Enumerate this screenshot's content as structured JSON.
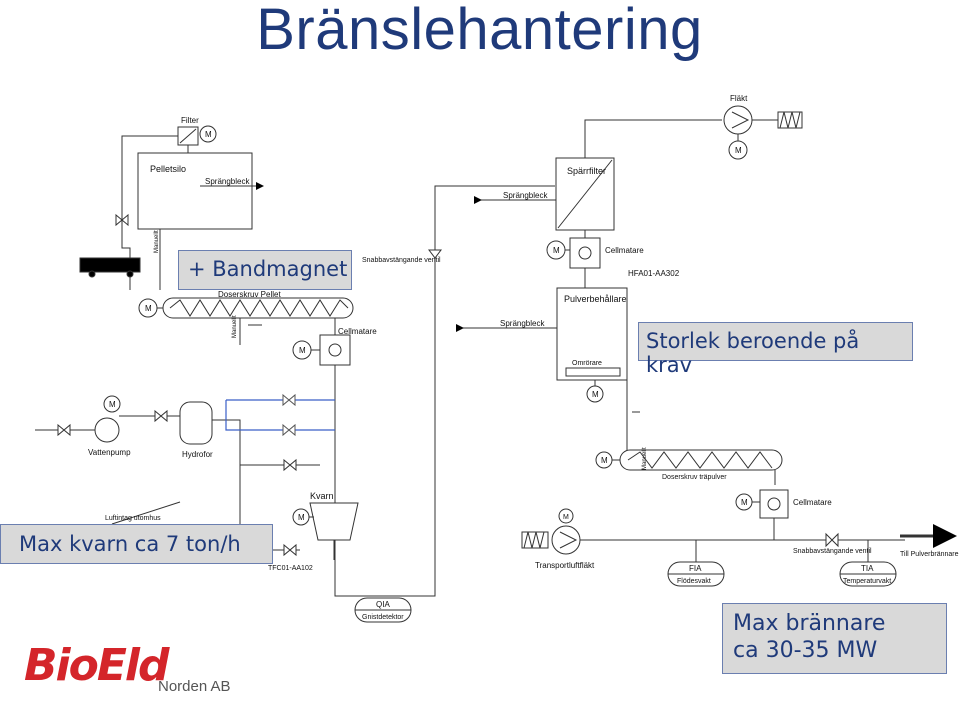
{
  "title": "Bränslehantering",
  "callouts": {
    "bandmagnet": "+ Bandmagnet",
    "storlek": "Storlek beroende på krav",
    "kvarn": "Max kvarn ca 7 ton/h",
    "brannare_line1": "Max brännare",
    "brannare_line2": "ca 30-35 MW"
  },
  "labels": {
    "filter": "Filter",
    "motor": "M",
    "pelletsilo": "Pelletsilo",
    "sprangbleck": "Sprängbleck",
    "manuellt": "Manuellt",
    "doserskruv_pellet": "Doserskruv Pellet",
    "cellmatare": "Cellmatare",
    "snabbavstangande_ventil": "Snabbavstängande ventil",
    "sparrfilter": "Spärrfilter",
    "flakt": "Fläkt",
    "hfa01": "HFA01-AA302",
    "pulverbehallare": "Pulverbehållare",
    "omrorare": "Omrörare",
    "vattenpump": "Vattenpump",
    "hydrofor": "Hydrofor",
    "doserskruv_trapulver": "Doserskruv träpulver",
    "luftintag": "Luftintag utomhus",
    "kvarn": "Kvarn",
    "tfc01": "TFC01-AA102",
    "transportluftflakt": "Transportluftfläkt",
    "fia": "FIA",
    "flodesvakt": "Flödesvakt",
    "tia": "TIA",
    "temperaturvakt": "Temperaturvakt",
    "qia": "QIA",
    "gnistdetektor": "Gnistdetektor",
    "till_pulverbrannare": "Till Pulverbrännare"
  },
  "logo": {
    "bio": "Bio",
    "eld": "Eld",
    "sub": "Norden AB"
  },
  "colors": {
    "title": "#1F3A7A",
    "water_line": "#3a5fc8",
    "logo_red": "#d4252a"
  }
}
